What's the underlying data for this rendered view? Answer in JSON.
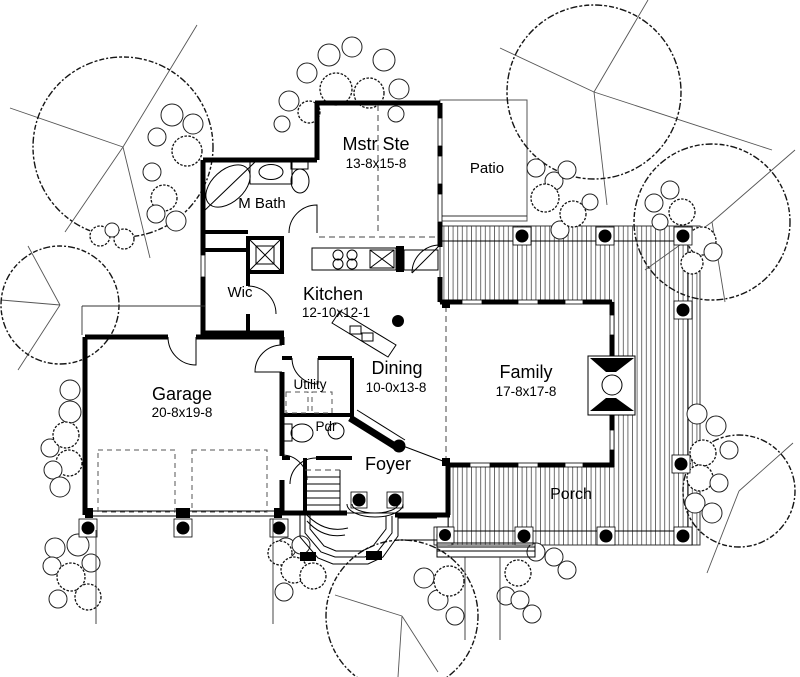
{
  "document": {
    "type": "house-floor-plan-first-floor"
  },
  "colors": {
    "ink": "#000000",
    "paper": "#ffffff",
    "deck_line": "#3f3f3f"
  },
  "rooms": {
    "mstr_ste": {
      "label": "Mstr Ste",
      "dims": "13-8x15-8"
    },
    "patio": {
      "label": "Patio"
    },
    "m_bath": {
      "label": "M Bath"
    },
    "wic": {
      "label": "Wic"
    },
    "kitchen": {
      "label": "Kitchen",
      "dims": "12-10x12-1"
    },
    "utility": {
      "label": "Utility"
    },
    "dining": {
      "label": "Dining",
      "dims": "10-0x13-8"
    },
    "family": {
      "label": "Family",
      "dims": "17-8x17-8"
    },
    "garage": {
      "label": "Garage",
      "dims": "20-8x19-8"
    },
    "pdr": {
      "label": "Pdr"
    },
    "foyer": {
      "label": "Foyer"
    },
    "porch": {
      "label": "Porch"
    }
  }
}
